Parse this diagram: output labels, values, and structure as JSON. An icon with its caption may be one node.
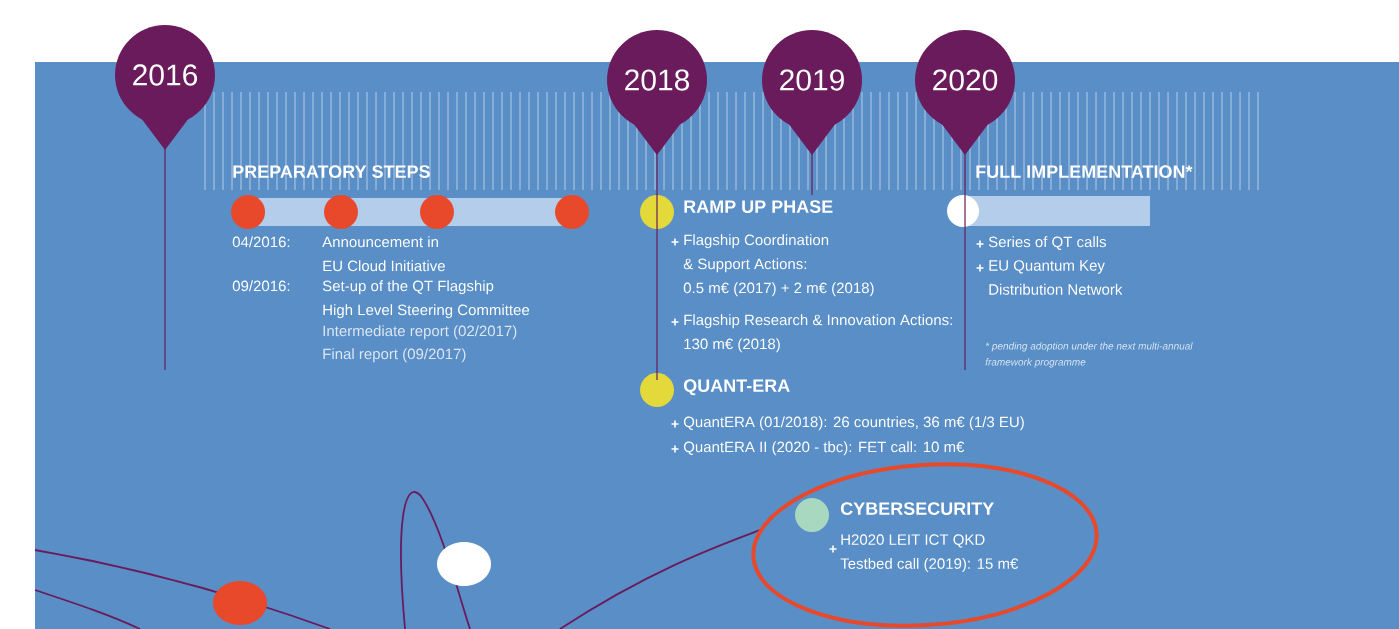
{
  "diagram": {
    "nodes": [
      {
        "text": [
          "2016"
        ]
      },
      {
        "text": [
          "2018"
        ]
      },
      {
        "text": [
          "2019"
        ]
      },
      {
        "text": [
          "2020"
        ]
      },
      {
        "text": [
          "CYBERSECURITY",
          "H2020 LEIT ICT QKD Testbed call (2019): 15 m€"
        ]
      }
    ],
    "labels": [
      "PREPARATORY STEPS",
      "04/2016:",
      "Announcement in EU Cloud Initiative",
      "09/2016:",
      "Set-up of the QT Flagship High Level Steering Committee",
      "Intermediate report (02/2017)",
      "Final report (09/2017)",
      "RAMP UP PHASE",
      "Flagship Coordination & Support Actions: 0.5 m€  (2017) + 2 m€ (2018)",
      "Flagship Research & Innovation Actions: 130 m€ (2018)",
      "QUANT-ERA",
      "QuantERA (01/2018):  26 countries, 36 m€ (1/3 EU)",
      "QuantERA II (2020 - tbc):  FET call: 10 m€",
      "FULL IMPLEMENTATION*",
      "Series of QT calls",
      "EU Quantum Key Distribution Network",
      "* pending adoption under the next multi-annual framework programme"
    ]
  }
}
